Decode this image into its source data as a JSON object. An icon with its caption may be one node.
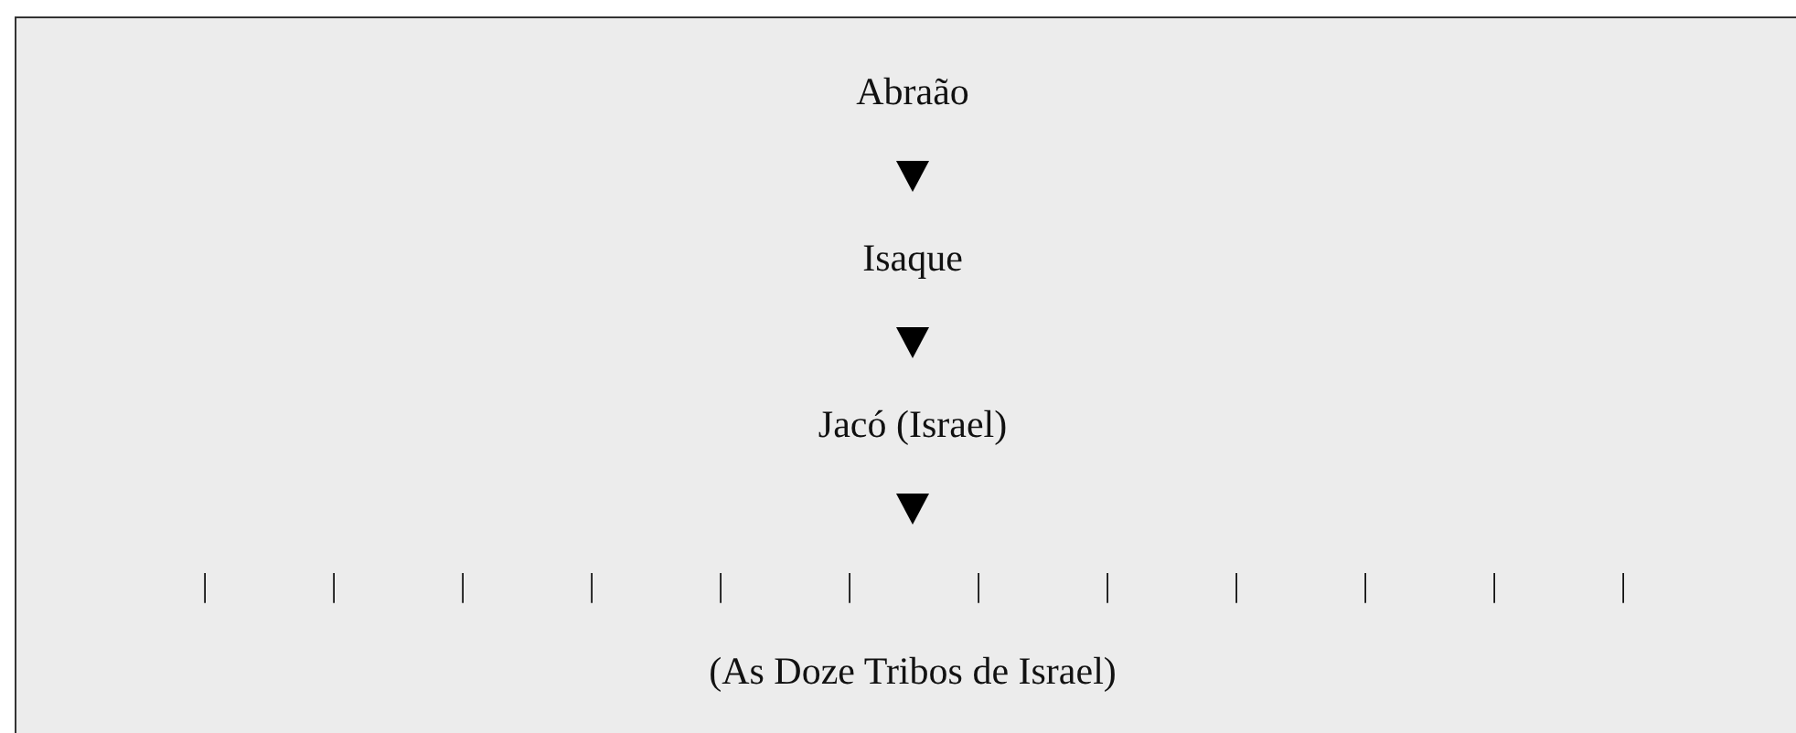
{
  "diagram": {
    "nodes": [
      {
        "text": [
          "Abraão"
        ]
      },
      {
        "text": [
          "Isaque"
        ]
      },
      {
        "text": [
          "Jacó (Israel)"
        ]
      },
      {
        "text": [
          "(As Doze Tribos de Israel)"
        ]
      }
    ],
    "edges": [
      {
        "from": 0,
        "to": 1,
        "arrow": "to"
      },
      {
        "from": 1,
        "to": 2,
        "arrow": "to"
      },
      {
        "from": 2,
        "to": null,
        "arrow": "to"
      }
    ],
    "labels": [
      "|",
      "|",
      "|",
      "|",
      "|",
      "|",
      "|",
      "|",
      "|",
      "|",
      "|",
      "|"
    ]
  }
}
